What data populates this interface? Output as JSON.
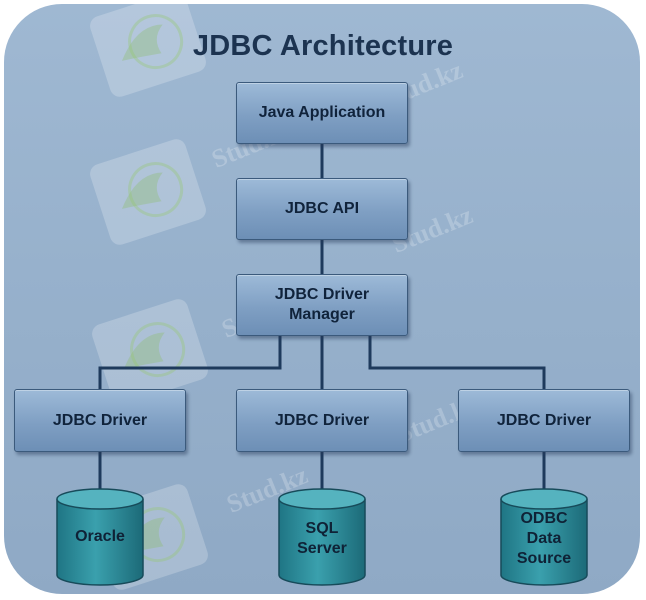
{
  "title": "JDBC Architecture",
  "nodes": {
    "java_application": "Java Application",
    "jdbc_api": "JDBC API",
    "jdbc_driver_manager": "JDBC Driver\nManager",
    "drivers": [
      "JDBC Driver",
      "JDBC Driver",
      "JDBC Driver"
    ],
    "data_sources": [
      "Oracle",
      "SQL\nServer",
      "ODBC\nData\nSource"
    ]
  },
  "watermark": {
    "text": "Stud.kz",
    "logo": "hummingbird-logo"
  },
  "colors": {
    "panel_background": "#97b1cc",
    "box_fill": "#7f9fc3",
    "database_fill": "#2f8f9d",
    "connector": "#1e3a5c",
    "title_text": "#1c3350"
  }
}
